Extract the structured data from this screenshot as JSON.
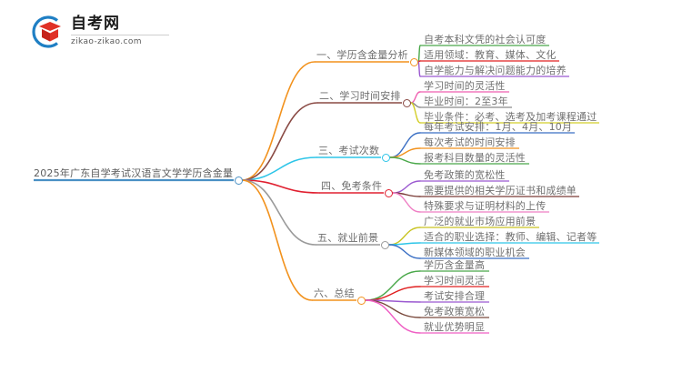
{
  "logo": {
    "title": "自考网",
    "url": "zikao-zikao.com",
    "mark_icon": "graduation-cap-icon",
    "arc_color": "#1f7fc4",
    "cap_color": "#e03127"
  },
  "mindmap": {
    "root": {
      "label": "2025年广东自学考试汉语言文学学历含金量",
      "color": "#4a90c4"
    },
    "branches": [
      {
        "label": "一、学历含金量分析",
        "color": "#f2921d",
        "children": [
          {
            "label": "自考本科文凭的社会认可度",
            "color": "#4aa84a"
          },
          {
            "label": "适用领域：教育、媒体、文化",
            "color": "#e02020"
          },
          {
            "label": "自学能力与解决问题能力的培养",
            "color": "#9b59d0"
          }
        ]
      },
      {
        "label": "二、学习时间安排",
        "color": "#8a4a44",
        "children": [
          {
            "label": "学习时间的灵活性",
            "color": "#ef5fb0"
          },
          {
            "label": "毕业时间：2至3年",
            "color": "#8a8a8a"
          },
          {
            "label": "毕业条件：必考、选考及加考课程通过",
            "color": "#d4cf2a"
          }
        ]
      },
      {
        "label": "三、考试次数",
        "color": "#2ec5e8",
        "children": [
          {
            "label": "每年考试安排：1月、4月、10月",
            "color": "#3a6fc4"
          },
          {
            "label": "每次考试的时间安排",
            "color": "#f2921d"
          },
          {
            "label": "报考科目数量的灵活性",
            "color": "#4aa84a"
          }
        ]
      },
      {
        "label": "四、免考条件",
        "color": "#e02030",
        "children": [
          {
            "label": "免考政策的宽松性",
            "color": "#9b59d0"
          },
          {
            "label": "需要提供的相关学历证书和成绩单",
            "color": "#7a3b36"
          },
          {
            "label": "特殊要求与证明材料的上传",
            "color": "#ef7fc4"
          }
        ]
      },
      {
        "label": "五、就业前景",
        "color": "#9a9a9a",
        "children": [
          {
            "label": "广泛的就业市场应用前景",
            "color": "#c9c423"
          },
          {
            "label": "适合的职业选择：教师、编辑、记者等",
            "color": "#2ec5e8"
          },
          {
            "label": "新媒体领域的职业机会",
            "color": "#3a6fc4"
          }
        ]
      },
      {
        "label": "六、总结",
        "color": "#f2921d",
        "children": [
          {
            "label": "学历含金量高",
            "color": "#4aa84a"
          },
          {
            "label": "学习时间灵活",
            "color": "#e02020"
          },
          {
            "label": "考试安排合理",
            "color": "#9b59d0"
          },
          {
            "label": "免考政策宽松",
            "color": "#7a4a3d"
          },
          {
            "label": "就业优势明显",
            "color": "#ef5fc4"
          }
        ]
      }
    ]
  }
}
